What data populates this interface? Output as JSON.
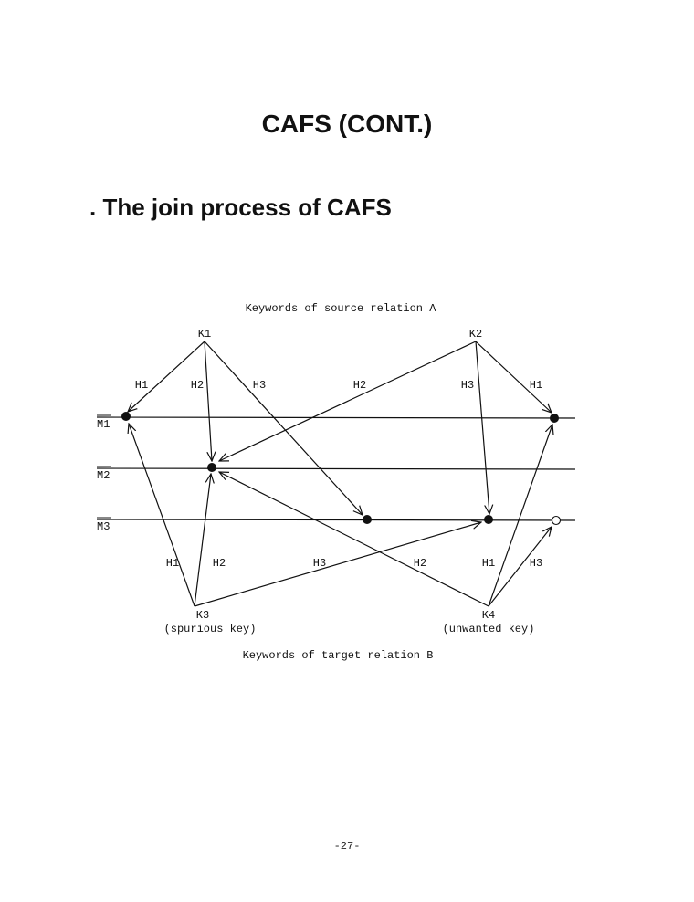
{
  "page": {
    "title": "CAFS (CONT.)",
    "bullet": ". The join process of CAFS",
    "page_number": "-27-"
  },
  "diagram": {
    "top_caption": "Keywords of source relation A",
    "bottom_caption": "Keywords of target relation B",
    "lines": [
      {
        "id": "M1",
        "label": "M1"
      },
      {
        "id": "M2",
        "label": "M2"
      },
      {
        "id": "M3",
        "label": "M3"
      }
    ],
    "keys": [
      {
        "id": "K1",
        "label": "K1"
      },
      {
        "id": "K2",
        "label": "K2"
      },
      {
        "id": "K3",
        "label": "K3",
        "note": "(spurious key)"
      },
      {
        "id": "K4",
        "label": "K4",
        "note": "(unwanted key)"
      }
    ],
    "edge_labels": {
      "k1_h1": "H1",
      "k1_h2": "H2",
      "k1_h3": "H3",
      "k2_h2": "H2",
      "k2_h3": "H3",
      "k2_h1": "H1",
      "k3_h1": "H1",
      "k3_h2": "H2",
      "k3_h3": "H3",
      "k4_h2": "H2",
      "k4_h1": "H1",
      "k4_h3": "H3"
    }
  }
}
